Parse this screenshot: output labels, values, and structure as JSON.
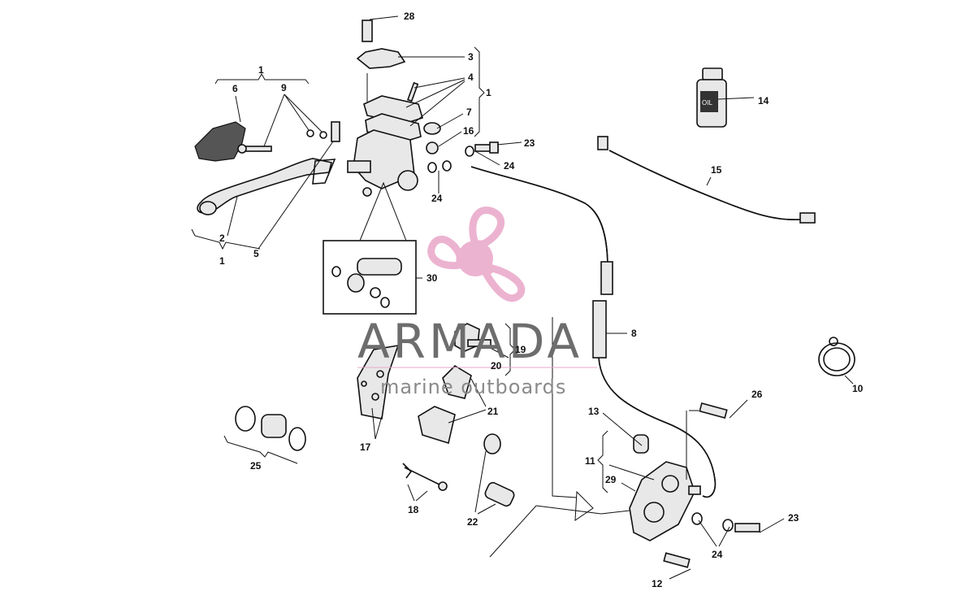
{
  "watermark": {
    "brand": "ARMADA",
    "tagline": "marine outboards",
    "logo_color": "#e9a6c8"
  },
  "labels": {
    "l1_top": "1",
    "l1_right": "1",
    "l1_bottom": "1",
    "l2": "2",
    "l3": "3",
    "l4": "4",
    "l5": "5",
    "l6": "6",
    "l7": "7",
    "l8": "8",
    "l9": "9",
    "l10": "10",
    "l11": "11",
    "l12": "12",
    "l13": "13",
    "l14": "14",
    "l15": "15",
    "l16": "16",
    "l17": "17",
    "l18": "18",
    "l19": "19",
    "l20": "20",
    "l21": "21",
    "l22": "22",
    "l23_top": "23",
    "l23_bottom": "23",
    "l24_a": "24",
    "l24_b": "24",
    "l24_c": "24",
    "l25": "25",
    "l26": "26",
    "l28": "28",
    "l29": "29",
    "l30": "30"
  },
  "bottle_text": "OIL"
}
